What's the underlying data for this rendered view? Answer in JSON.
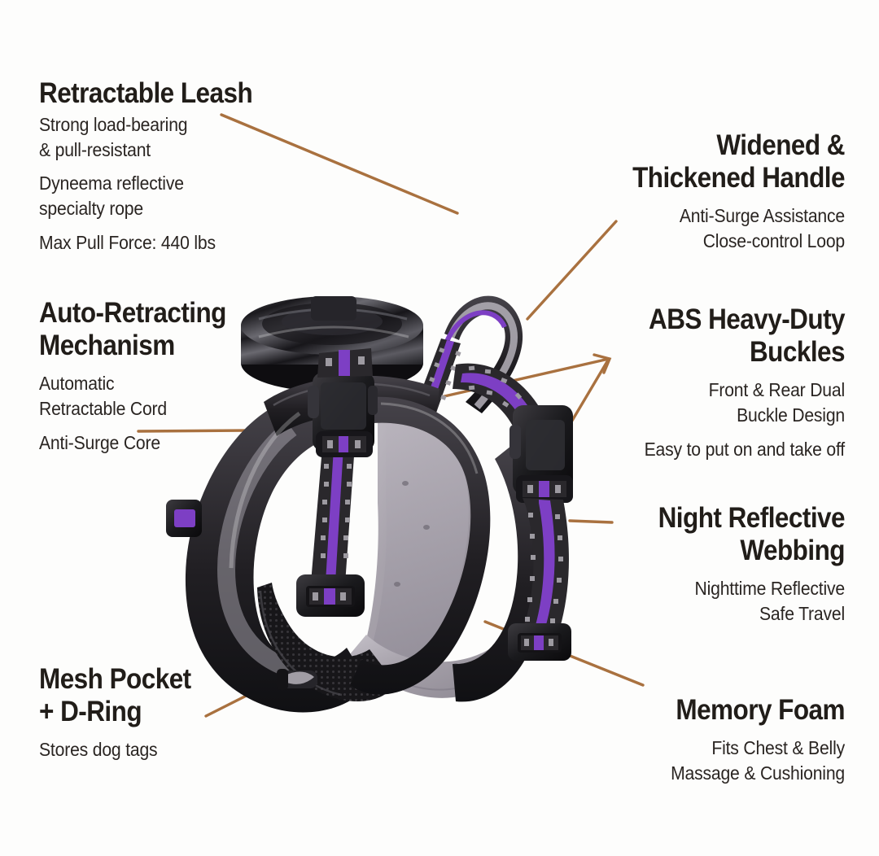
{
  "theme": {
    "background": "#fdfdfc",
    "heading_color": "#211d19",
    "body_color": "#2a2522",
    "leader_line_color": "#a9713f",
    "webbing_purple": "#7d3fc4",
    "webbing_black": "#262427",
    "reflective_grey": "#9a9a9e",
    "foam_grey": "#a8a3ab",
    "hardware_black": "#1b1a1d"
  },
  "product": {
    "name": "retractable-leash-dog-harness",
    "colorway": "Black / Purple"
  },
  "annotations": [
    {
      "id": "retractable-leash",
      "side": "left",
      "title": "Retractable Leash",
      "lines": [
        "Strong load-bearing",
        "& pull-resistant",
        "Dyneema reflective",
        "specialty rope",
        "Max Pull Force: 440 lbs"
      ]
    },
    {
      "id": "auto-retracting-mechanism",
      "side": "left",
      "title": "Auto-Retracting Mechanism",
      "lines": [
        "Automatic",
        "Retractable Cord",
        "Anti-Surge Core"
      ]
    },
    {
      "id": "mesh-pocket-d-ring",
      "side": "left",
      "title": "Mesh Pocket + D-Ring",
      "lines": [
        "Stores dog tags"
      ]
    },
    {
      "id": "widened-thickened-handle",
      "side": "right",
      "title": "Widened & Thickened Handle",
      "lines": [
        "Anti-Surge Assistance",
        "Close-control Loop"
      ]
    },
    {
      "id": "abs-heavy-duty-buckles",
      "side": "right",
      "title": "ABS Heavy-Duty Buckles",
      "lines": [
        "Front & Rear Dual",
        "Buckle Design",
        "Easy to put on and take off"
      ]
    },
    {
      "id": "night-reflective-webbing",
      "side": "right",
      "title": "Night Reflective Webbing",
      "lines": [
        "Nighttime Reflective",
        "Safe Travel"
      ]
    },
    {
      "id": "memory-foam",
      "side": "right",
      "title": "Memory Foam",
      "lines": [
        "Fits Chest & Belly",
        "Massage & Cushioning"
      ]
    }
  ],
  "blocks": {
    "retractable_leash": {
      "title": "Retractable Leash",
      "l1": "Strong load-bearing",
      "l2": "& pull-resistant",
      "l3": "Dyneema reflective",
      "l4": "specialty rope",
      "l5": "Max Pull Force: 440 lbs"
    },
    "auto_retracting": {
      "title1": "Auto-Retracting",
      "title2": "Mechanism",
      "l1": "Automatic",
      "l2": "Retractable Cord",
      "l3": "Anti-Surge Core"
    },
    "mesh_pocket": {
      "title1": "Mesh Pocket",
      "title2": "+ D-Ring",
      "l1": "Stores dog tags"
    },
    "handle": {
      "title1": "Widened &",
      "title2": "Thickened Handle",
      "l1": "Anti-Surge Assistance",
      "l2": "Close-control Loop"
    },
    "buckles": {
      "title1": "ABS Heavy-Duty",
      "title2": "Buckles",
      "l1": "Front & Rear Dual",
      "l2": "Buckle Design",
      "l3": "Easy to put on and take off"
    },
    "reflective": {
      "title1": "Night Reflective",
      "title2": "Webbing",
      "l1": "Nighttime Reflective",
      "l2": "Safe Travel"
    },
    "memory_foam": {
      "title1": "Memory Foam",
      "l1": "Fits Chest & Belly",
      "l2": "Massage & Cushioning"
    }
  }
}
